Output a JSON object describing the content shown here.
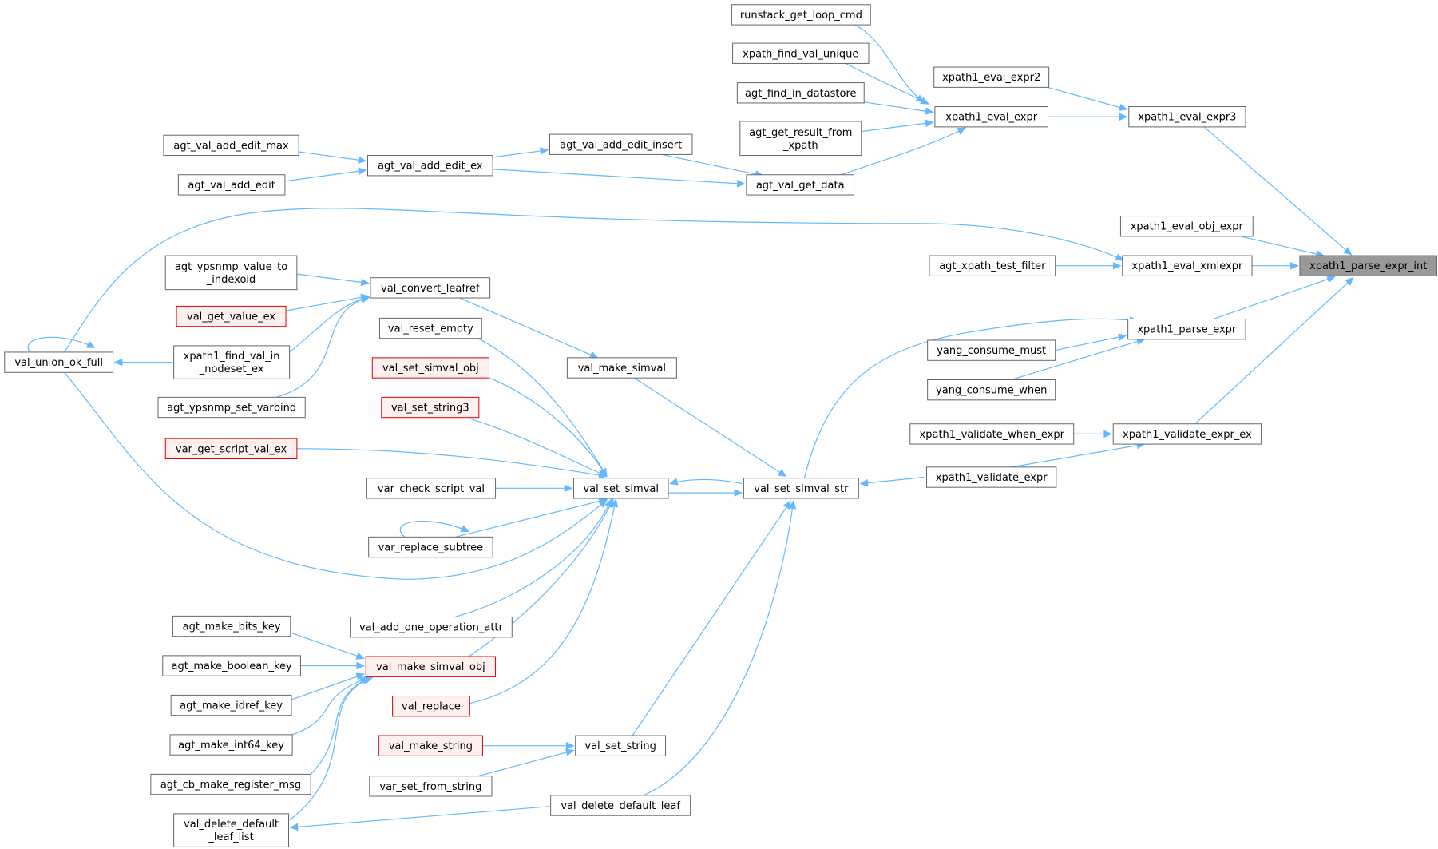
{
  "colors": {
    "edge": "#63b8ff",
    "node_border": "#666666",
    "highlight_border": "#e00000",
    "highlight_fill": "#fff0f0",
    "root_fill": "#999999"
  },
  "nodes": {
    "runstack_get_loop_cmd": {
      "label": [
        "runstack_get_loop_cmd"
      ]
    },
    "xpath_find_val_unique": {
      "label": [
        "xpath_find_val_unique"
      ]
    },
    "agt_find_in_datastore": {
      "label": [
        "agt_find_in_datastore"
      ]
    },
    "agt_get_result_from_xpath": {
      "label": [
        "agt_get_result_from",
        "_xpath"
      ]
    },
    "xpath1_eval_expr2": {
      "label": [
        "xpath1_eval_expr2"
      ]
    },
    "xpath1_eval_expr": {
      "label": [
        "xpath1_eval_expr"
      ]
    },
    "xpath1_eval_expr3": {
      "label": [
        "xpath1_eval_expr3"
      ]
    },
    "agt_val_add_edit_max": {
      "label": [
        "agt_val_add_edit_max"
      ]
    },
    "agt_val_add_edit": {
      "label": [
        "agt_val_add_edit"
      ]
    },
    "agt_val_add_edit_ex": {
      "label": [
        "agt_val_add_edit_ex"
      ]
    },
    "agt_val_add_edit_insert": {
      "label": [
        "agt_val_add_edit_insert"
      ]
    },
    "agt_val_get_data": {
      "label": [
        "agt_val_get_data"
      ]
    },
    "xpath1_eval_obj_expr": {
      "label": [
        "xpath1_eval_obj_expr"
      ]
    },
    "agt_xpath_test_filter": {
      "label": [
        "agt_xpath_test_filter"
      ]
    },
    "xpath1_eval_xmlexpr": {
      "label": [
        "xpath1_eval_xmlexpr"
      ]
    },
    "xpath1_parse_expr_int": {
      "label": [
        "xpath1_parse_expr_int"
      ]
    },
    "agt_ypsnmp_value_to_indexoid": {
      "label": [
        "agt_ypsnmp_value_to",
        "_indexoid"
      ]
    },
    "val_convert_leafref": {
      "label": [
        "val_convert_leafref"
      ]
    },
    "val_get_value_ex": {
      "label": [
        "val_get_value_ex"
      ]
    },
    "xpath1_find_val_in_nodeset_ex": {
      "label": [
        "xpath1_find_val_in",
        "_nodeset_ex"
      ]
    },
    "agt_ypsnmp_set_varbind": {
      "label": [
        "agt_ypsnmp_set_varbind"
      ]
    },
    "val_union_ok_full": {
      "label": [
        "val_union_ok_full"
      ]
    },
    "val_reset_empty": {
      "label": [
        "val_reset_empty"
      ]
    },
    "val_set_simval_obj": {
      "label": [
        "val_set_simval_obj"
      ]
    },
    "val_make_simval": {
      "label": [
        "val_make_simval"
      ]
    },
    "val_set_string3": {
      "label": [
        "val_set_string3"
      ]
    },
    "var_get_script_val_ex": {
      "label": [
        "var_get_script_val_ex"
      ]
    },
    "var_check_script_val": {
      "label": [
        "var_check_script_val"
      ]
    },
    "val_set_simval": {
      "label": [
        "val_set_simval"
      ]
    },
    "val_set_simval_str": {
      "label": [
        "val_set_simval_str"
      ]
    },
    "var_replace_subtree": {
      "label": [
        "var_replace_subtree"
      ]
    },
    "xpath1_parse_expr": {
      "label": [
        "xpath1_parse_expr"
      ]
    },
    "yang_consume_must": {
      "label": [
        "yang_consume_must"
      ]
    },
    "yang_consume_when": {
      "label": [
        "yang_consume_when"
      ]
    },
    "xpath1_validate_when_expr": {
      "label": [
        "xpath1_validate_when_expr"
      ]
    },
    "xpath1_validate_expr_ex": {
      "label": [
        "xpath1_validate_expr_ex"
      ]
    },
    "xpath1_validate_expr": {
      "label": [
        "xpath1_validate_expr"
      ]
    },
    "val_add_one_operation_attr": {
      "label": [
        "val_add_one_operation_attr"
      ]
    },
    "agt_make_bits_key": {
      "label": [
        "agt_make_bits_key"
      ]
    },
    "agt_make_boolean_key": {
      "label": [
        "agt_make_boolean_key"
      ]
    },
    "val_make_simval_obj": {
      "label": [
        "val_make_simval_obj"
      ]
    },
    "agt_make_idref_key": {
      "label": [
        "agt_make_idref_key"
      ]
    },
    "val_replace": {
      "label": [
        "val_replace"
      ]
    },
    "agt_make_int64_key": {
      "label": [
        "agt_make_int64_key"
      ]
    },
    "val_make_string": {
      "label": [
        "val_make_string"
      ]
    },
    "val_set_string": {
      "label": [
        "val_set_string"
      ]
    },
    "agt_cb_make_register_msg": {
      "label": [
        "agt_cb_make_register_msg"
      ]
    },
    "var_set_from_string": {
      "label": [
        "var_set_from_string"
      ]
    },
    "val_delete_default_leaf": {
      "label": [
        "val_delete_default_leaf"
      ]
    },
    "val_delete_default_leaf_list": {
      "label": [
        "val_delete_default",
        "_leaf_list"
      ]
    }
  }
}
